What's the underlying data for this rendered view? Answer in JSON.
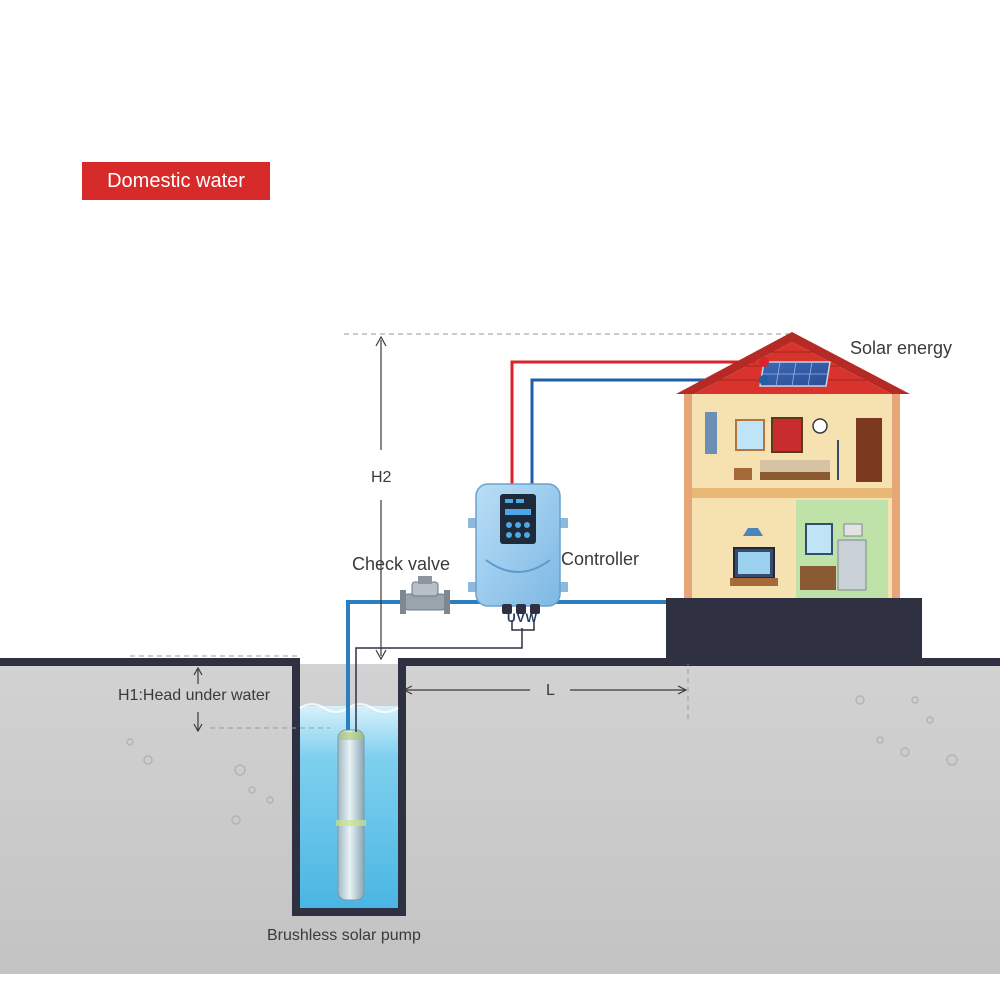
{
  "badge": {
    "text": "Domestic water"
  },
  "labels": {
    "solar_energy": "Solar energy",
    "controller": "Controller",
    "check_valve": "Check valve",
    "h2": "H2",
    "h1": "H1:Head under water",
    "l": "L",
    "pump": "Brushless solar pump",
    "uvw": "UVW"
  },
  "colors": {
    "positive_wire": "#d8242a",
    "negative_wire": "#1f5fa6",
    "water_pipe": "#2b7fc1",
    "ground": "#c9c9c9",
    "ground_line": "#2f3142",
    "foundation": "#2f3142",
    "roof": "#d8342d",
    "house_wall": "#f5e2b0",
    "controller_body": "#8fc6ec",
    "badge": "#d72a2a"
  }
}
